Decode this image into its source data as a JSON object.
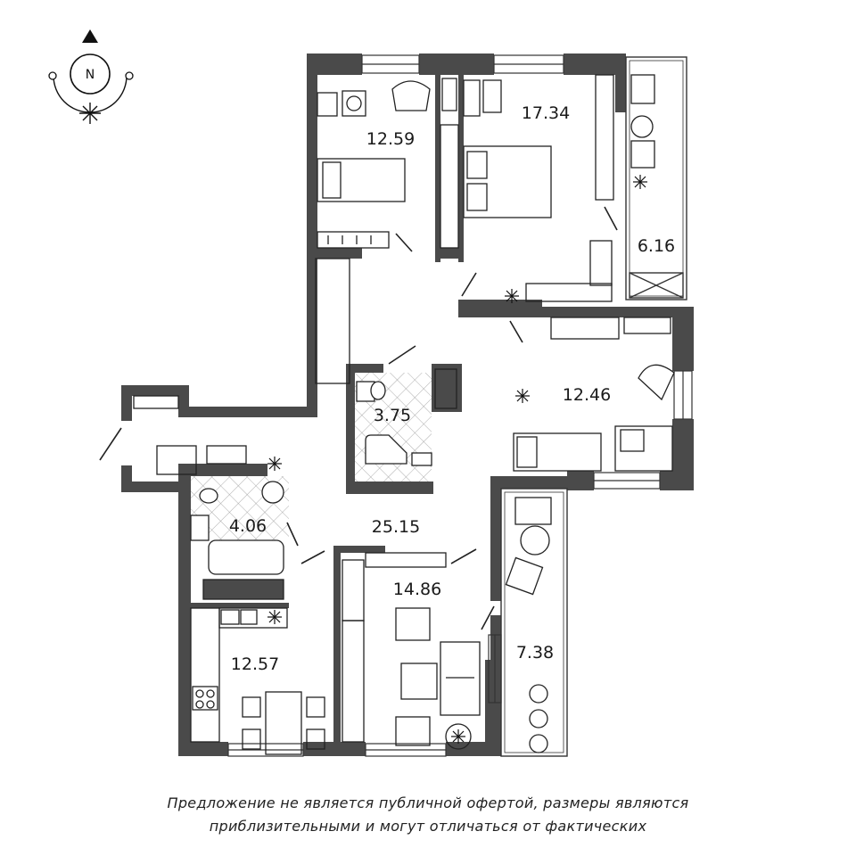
{
  "plan": {
    "compass_label": "N",
    "rooms": [
      {
        "id": "bedroom-1",
        "area": "12.59"
      },
      {
        "id": "bedroom-2",
        "area": "17.34"
      },
      {
        "id": "balcony-1",
        "area": "6.16"
      },
      {
        "id": "bedroom-3",
        "area": "12.46"
      },
      {
        "id": "bathroom-1",
        "area": "3.75"
      },
      {
        "id": "bathroom-2",
        "area": "4.06"
      },
      {
        "id": "hall",
        "area": "25.15"
      },
      {
        "id": "living-room",
        "area": "14.86"
      },
      {
        "id": "kitchen",
        "area": "12.57"
      },
      {
        "id": "balcony-2",
        "area": "7.38"
      }
    ]
  },
  "disclaimer": {
    "line1": "Предложение не является публичной офертой, размеры являются",
    "line2": "приблизительными и могут отличаться от фактических"
  },
  "colors": {
    "wall": "#4a4a4a",
    "furniture": "#222222",
    "background": "#ffffff"
  }
}
